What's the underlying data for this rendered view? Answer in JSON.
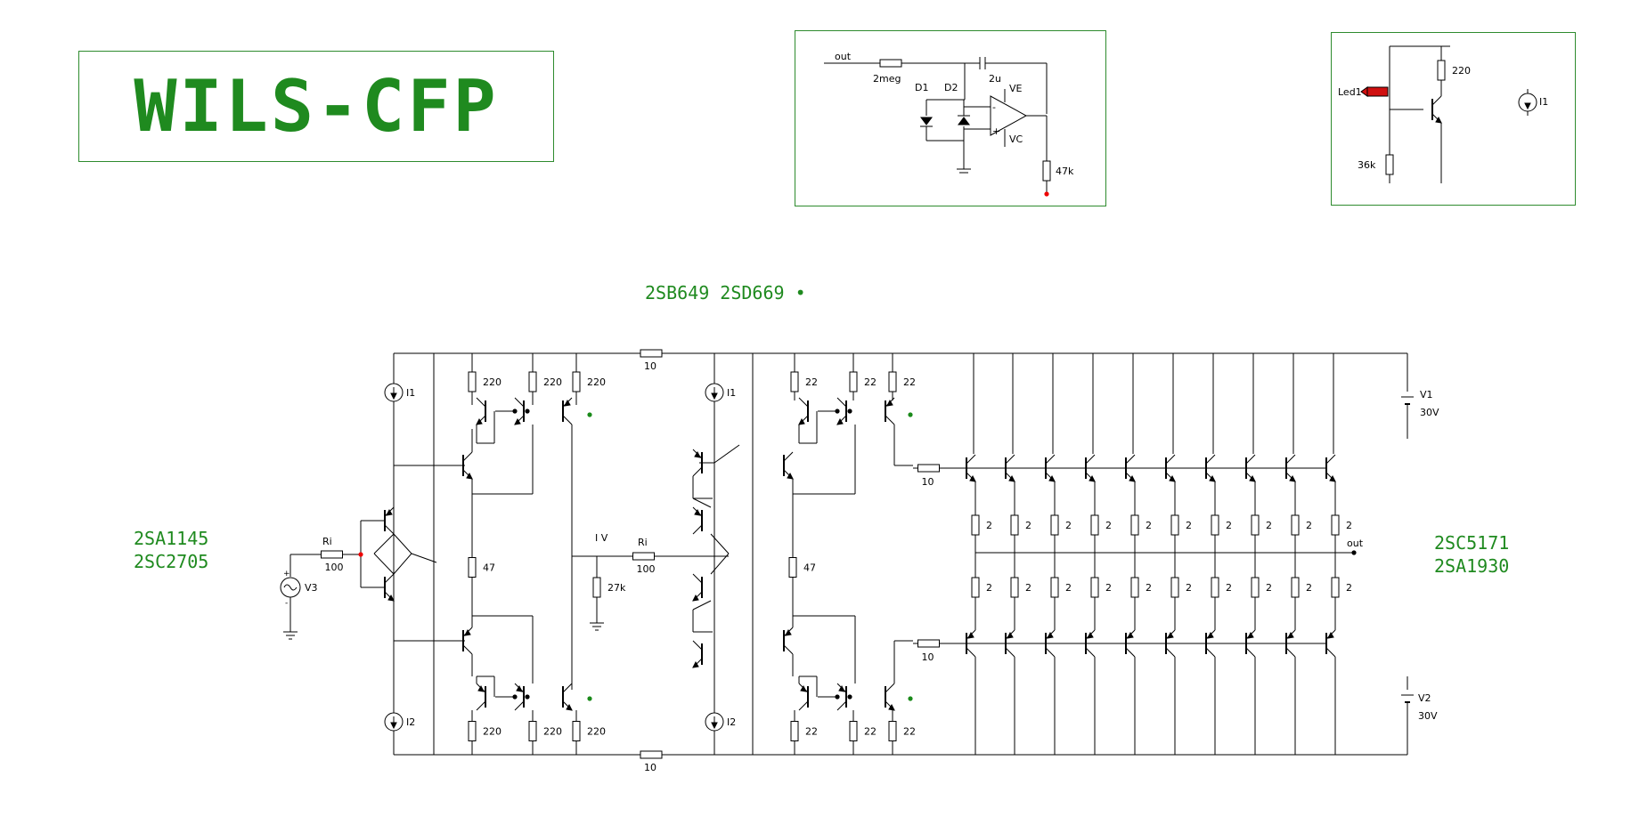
{
  "title": "WILS-CFP",
  "part_labels": {
    "vas": "2SB649 2SD669",
    "input_pair_top": "2SA1145",
    "input_pair_bottom": "2SC2705",
    "output_top": "2SC5171",
    "output_bottom": "2SA1930"
  },
  "components": {
    "I1": "I1",
    "I2": "I2",
    "V1": "V1",
    "V2": "V2",
    "V3": "V3",
    "Ri": "Ri",
    "IV": "I V",
    "out": "out",
    "Led1": "Led1",
    "D1": "D1",
    "D2": "D2",
    "VE": "VE",
    "VC": "VC"
  },
  "values": {
    "r100": "100",
    "r220": "220",
    "r47": "47",
    "r27k": "27k",
    "r10": "10",
    "r22": "22",
    "r2": "2",
    "v30": "30V",
    "r2meg": "2meg",
    "c2u": "2u",
    "r47k": "47k",
    "r36k": "36k"
  }
}
